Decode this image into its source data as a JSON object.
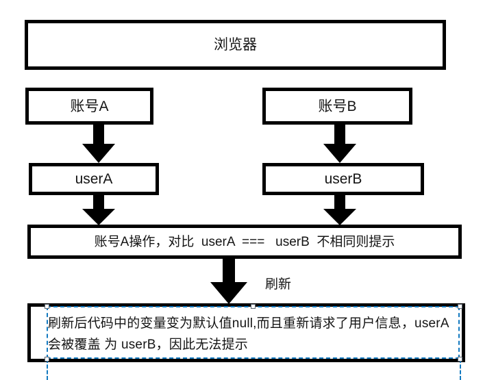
{
  "diagram": {
    "title_node": {
      "name": "browser",
      "label": "浏览器"
    },
    "nodes": [
      {
        "id": "account-a",
        "label": "账号A"
      },
      {
        "id": "account-b",
        "label": "账号B"
      },
      {
        "id": "user-a",
        "label": "userA"
      },
      {
        "id": "user-b",
        "label": "userB"
      },
      {
        "id": "compare",
        "label": "账号A操作，对比  userA  ===   userB  不相同则提示"
      },
      {
        "id": "result",
        "label": "刷新后代码中的变量变为默认值null,而且重新请求了用户信息，userA会被覆盖 为 userB，因此无法提示"
      }
    ],
    "edges": [
      {
        "id": "arrow-a1",
        "icon": "down-block-arrow-icon"
      },
      {
        "id": "arrow-b1",
        "icon": "down-block-arrow-icon"
      },
      {
        "id": "arrow-a2",
        "icon": "down-block-arrow-icon"
      },
      {
        "id": "arrow-b2",
        "icon": "down-block-arrow-icon"
      },
      {
        "id": "arrow-refresh",
        "icon": "down-block-arrow-icon",
        "label": "刷新"
      }
    ],
    "refresh_label": "刷新",
    "selection": {
      "icon": "selection-handles-icon",
      "border_color": "#1279c0",
      "handle_fill": "#ffffff",
      "handle_border": "#5a6570",
      "target": "result"
    },
    "colors": {
      "stroke": "#000000",
      "text": "#141414",
      "background": "#ffffff",
      "selection": "#1279c0"
    }
  }
}
